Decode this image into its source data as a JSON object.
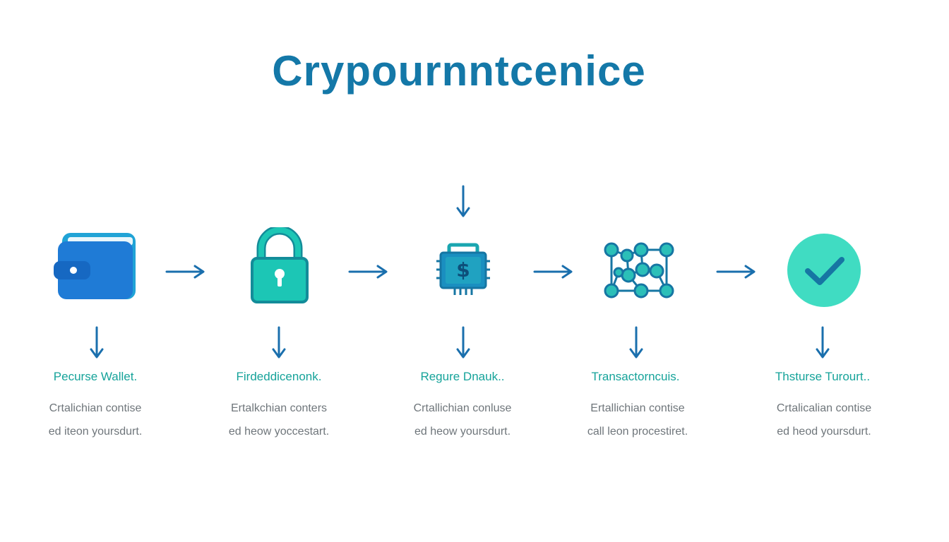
{
  "title": "Crypournntcenice",
  "colors": {
    "title": "#1478a8",
    "arrow": "#1a6fad",
    "step_title": "#16a39a",
    "step_desc": "#6f767b",
    "wallet": "#1f7bd6",
    "lock": "#1cc6b5",
    "chip": "#1a8fc0",
    "network": "#2bbfb8",
    "check": "#40dcc2"
  },
  "steps": [
    {
      "icon": "wallet-icon",
      "title": "Pecurse Wallet.",
      "desc_line1": "Crtalichian contise",
      "desc_line2": "ed iteon yoursdurt."
    },
    {
      "icon": "padlock-icon",
      "title": "Firdeddicenonk.",
      "desc_line1": "Ertalkchian conters",
      "desc_line2": "ed heow yoccestart."
    },
    {
      "icon": "dollar-chip-icon",
      "chip_symbol": "$",
      "title": "Regure Dnauk..",
      "desc_line1": "Crtallichian conluse",
      "desc_line2": "ed heow yoursdurt."
    },
    {
      "icon": "blockchain-network-icon",
      "title": "Transactorncuis.",
      "desc_line1": "Ertallichian contise",
      "desc_line2": "call leon procestiret."
    },
    {
      "icon": "checkmark-circle-icon",
      "title": "Thsturse Turourt..",
      "desc_line1": "Crtalicalian contise",
      "desc_line2": "ed heod yoursdurt."
    }
  ]
}
